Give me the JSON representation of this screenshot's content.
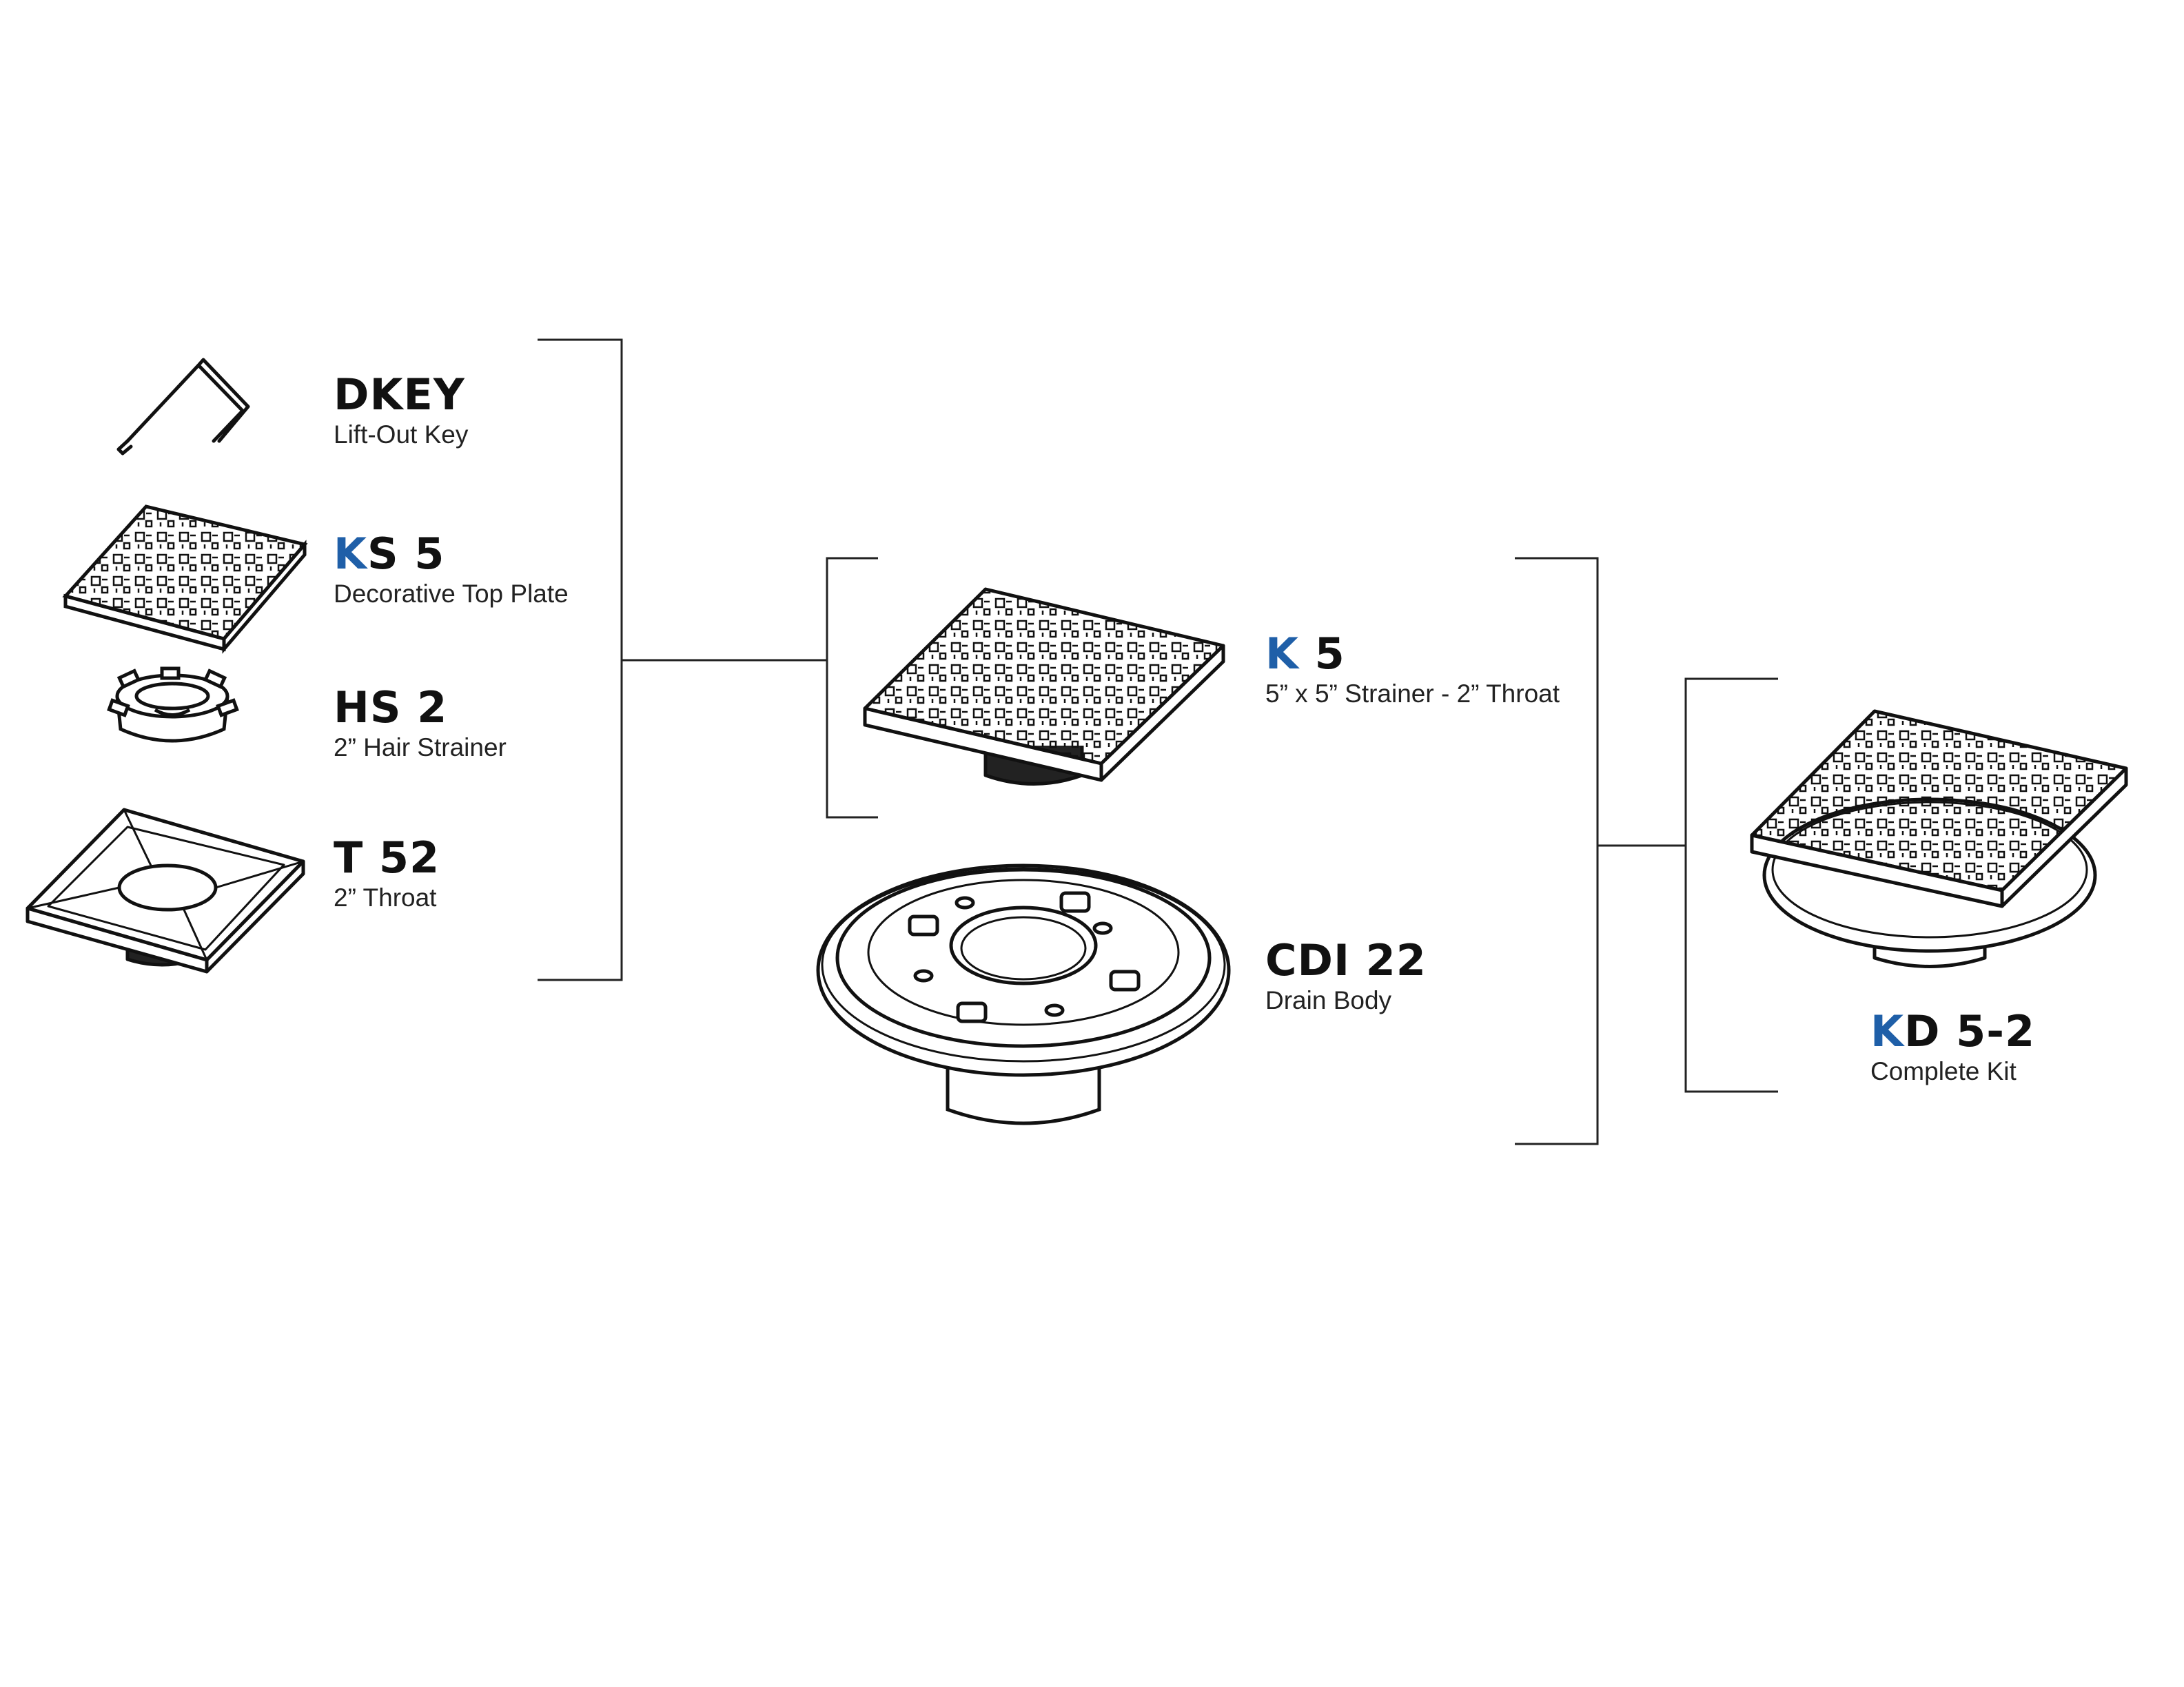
{
  "accent_color": "#1f5fa8",
  "components": [
    {
      "code_accent": "",
      "code_rest": "DKEY",
      "description": "Lift-Out Key",
      "icon": "lift-out-key-icon"
    },
    {
      "code_accent": "K",
      "code_rest": "S 5",
      "description": "Decorative Top Plate",
      "icon": "decorative-top-plate-icon"
    },
    {
      "code_accent": "",
      "code_rest": "HS 2",
      "description": "2” Hair Strainer",
      "icon": "hair-strainer-icon"
    },
    {
      "code_accent": "",
      "code_rest": "T 52",
      "description": "2” Throat",
      "icon": "throat-icon"
    }
  ],
  "assemblies": [
    {
      "code_accent": "K",
      "code_rest": " 5",
      "description": "5” x 5” Strainer - 2” Throat",
      "icon": "strainer-assembly-icon"
    },
    {
      "code_accent": "",
      "code_rest": "CDI 22",
      "description": "Drain Body",
      "icon": "drain-body-icon"
    }
  ],
  "final": {
    "code_accent": "K",
    "code_rest": "D 5-2",
    "description": "Complete Kit",
    "icon": "complete-kit-icon"
  }
}
